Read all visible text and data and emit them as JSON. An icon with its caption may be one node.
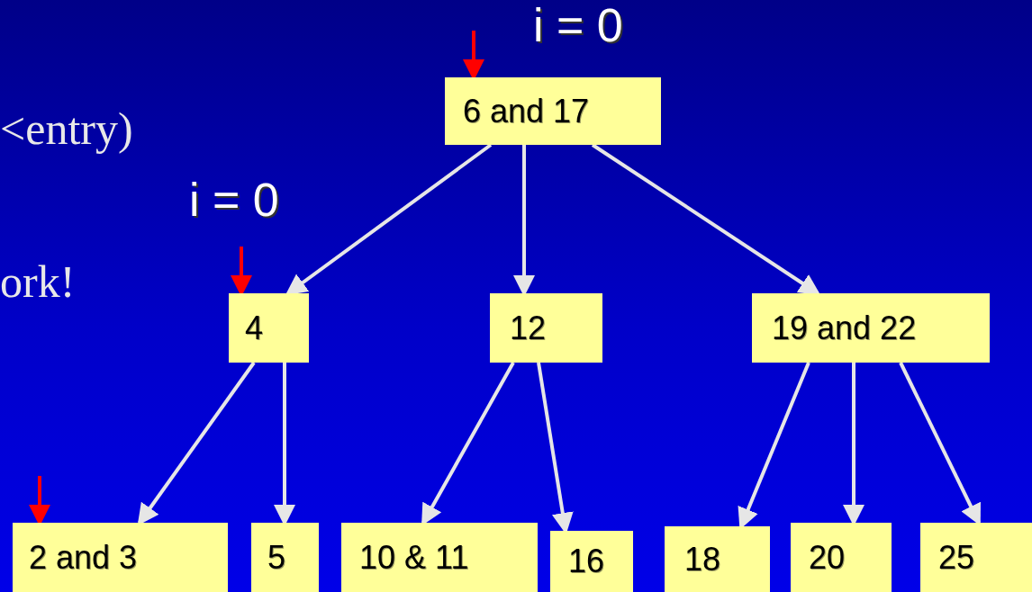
{
  "diagram": {
    "nodes": [
      {
        "text": [
          "6 and 17"
        ]
      },
      {
        "text": [
          "4"
        ]
      },
      {
        "text": [
          "12"
        ]
      },
      {
        "text": [
          "19 and 22"
        ]
      },
      {
        "text": [
          "2 and 3"
        ]
      },
      {
        "text": [
          "5"
        ]
      },
      {
        "text": [
          "10 & 11"
        ]
      },
      {
        "text": [
          "16"
        ]
      },
      {
        "text": [
          "18"
        ]
      },
      {
        "text": [
          "20"
        ]
      },
      {
        "text": [
          "25"
        ]
      }
    ],
    "edges": [
      {
        "from": 0,
        "to": 1,
        "arrow": "to"
      },
      {
        "from": 0,
        "to": 2,
        "arrow": "to"
      },
      {
        "from": 0,
        "to": 3,
        "arrow": "to"
      },
      {
        "from": 1,
        "to": 4,
        "arrow": "to"
      },
      {
        "from": 1,
        "to": 5,
        "arrow": "to"
      },
      {
        "from": 2,
        "to": 6,
        "arrow": "to"
      },
      {
        "from": 2,
        "to": 7,
        "arrow": "to"
      },
      {
        "from": 3,
        "to": 8,
        "arrow": "to"
      },
      {
        "from": 3,
        "to": 9,
        "arrow": "to"
      },
      {
        "from": 3,
        "to": 10,
        "arrow": "to"
      },
      {
        "from": null,
        "to": 0,
        "arrow": "to",
        "color": "#ff0000"
      },
      {
        "from": null,
        "to": 1,
        "arrow": "to",
        "color": "#ff0000"
      },
      {
        "from": null,
        "to": 4,
        "arrow": "to",
        "color": "#ff0000"
      }
    ],
    "labels": [
      "i = 0",
      "<entry)",
      "i = 0",
      "ork!"
    ]
  }
}
